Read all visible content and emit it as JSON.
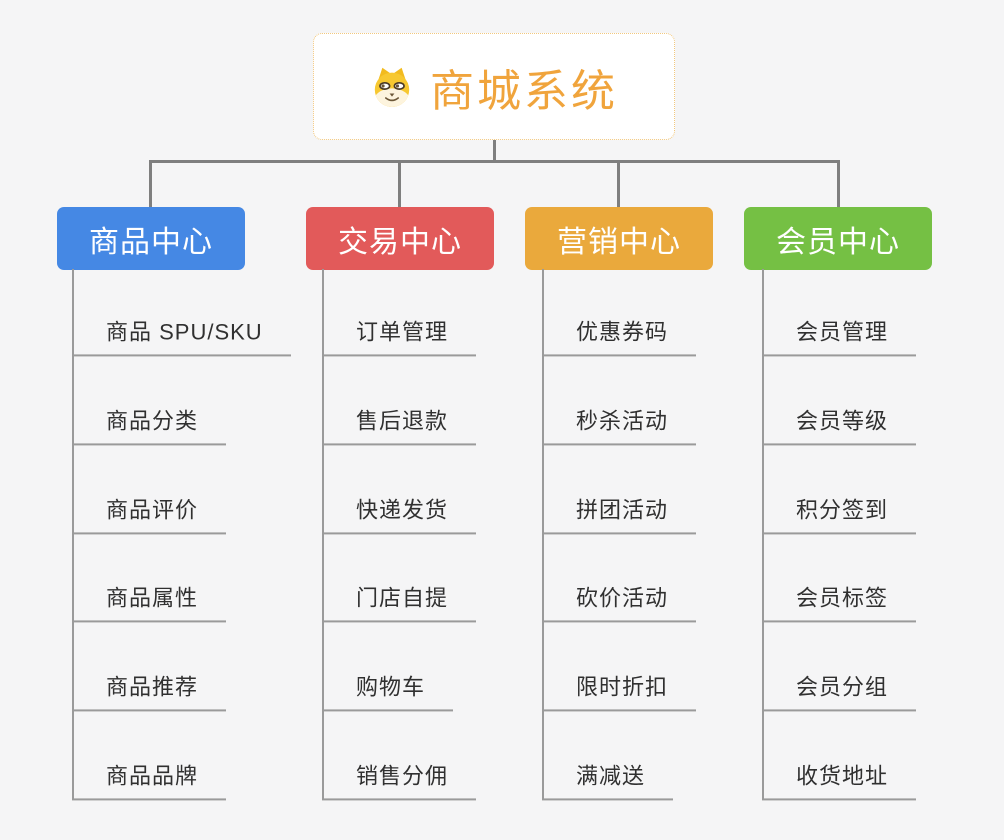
{
  "root": {
    "title": "商城系统",
    "icon": "doge-icon"
  },
  "colors": {
    "background": "#F5F5F6",
    "connector": "#7F7F7F",
    "branch-line": "#9A9A9A",
    "item-text": "#303030",
    "title": "#F0A43C",
    "root-border": "#F2C87E"
  },
  "branches": [
    {
      "label": "商品中心",
      "color": "#4588E4",
      "items": [
        "商品 SPU/SKU",
        "商品分类",
        "商品评价",
        "商品属性",
        "商品推荐",
        "商品品牌"
      ]
    },
    {
      "label": "交易中心",
      "color": "#E25A5A",
      "items": [
        "订单管理",
        "售后退款",
        "快递发货",
        "门店自提",
        "购物车",
        "销售分佣"
      ]
    },
    {
      "label": "营销中心",
      "color": "#EAA93C",
      "items": [
        "优惠券码",
        "秒杀活动",
        "拼团活动",
        "砍价活动",
        "限时折扣",
        "满减送"
      ]
    },
    {
      "label": "会员中心",
      "color": "#75C044",
      "items": [
        "会员管理",
        "会员等级",
        "积分签到",
        "会员标签",
        "会员分组",
        "收货地址"
      ]
    }
  ]
}
